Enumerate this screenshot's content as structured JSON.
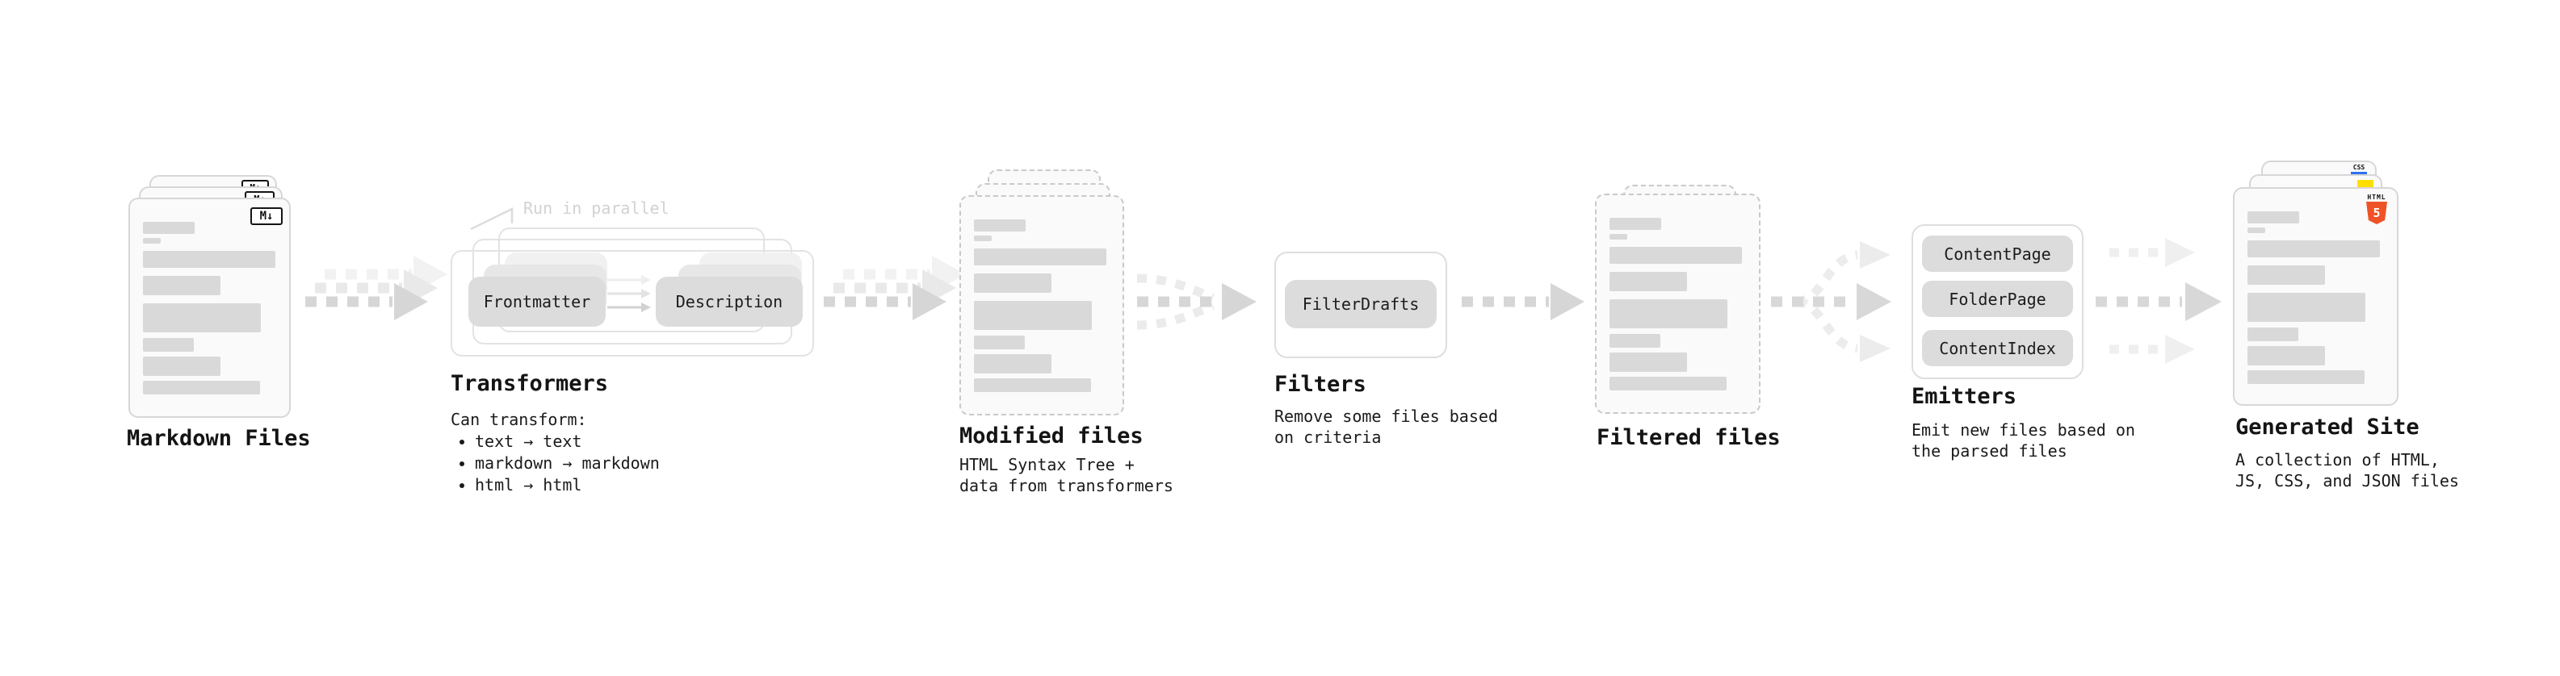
{
  "diagram": {
    "markdown_files": {
      "label": "Markdown Files",
      "icon": "M↓"
    },
    "transformers": {
      "title": "Transformers",
      "note": "Run in parallel",
      "source_pill": "Frontmatter",
      "target_pill": "Description",
      "desc_heading": "Can transform:",
      "bullets": [
        "text → text",
        "markdown → markdown",
        "html → html"
      ]
    },
    "modified_files": {
      "label": "Modified files",
      "desc": "HTML Syntax Tree +\ndata from transformers"
    },
    "filters": {
      "title": "Filters",
      "pill": "FilterDrafts",
      "desc": "Remove some files based\non criteria"
    },
    "filtered_files": {
      "label": "Filtered files"
    },
    "emitters": {
      "title": "Emitters",
      "pills": [
        "ContentPage",
        "FolderPage",
        "ContentIndex"
      ],
      "desc": "Emit new files based on\nthe parsed files"
    },
    "generated_site": {
      "label": "Generated Site",
      "desc": "A collection of HTML,\nJS, CSS, and JSON files",
      "html_badge_word": "HTML",
      "html_badge_five": "5",
      "css_badge": "CSS"
    }
  },
  "colors": {
    "arrow_main": "#d6d6d6",
    "arrow_ghost": "#ededed",
    "bar_fill": "#d9d9d9",
    "html5_orange": "#ef5226",
    "js_yellow": "#ffdf00",
    "css_blue": "#2f6ff2"
  }
}
